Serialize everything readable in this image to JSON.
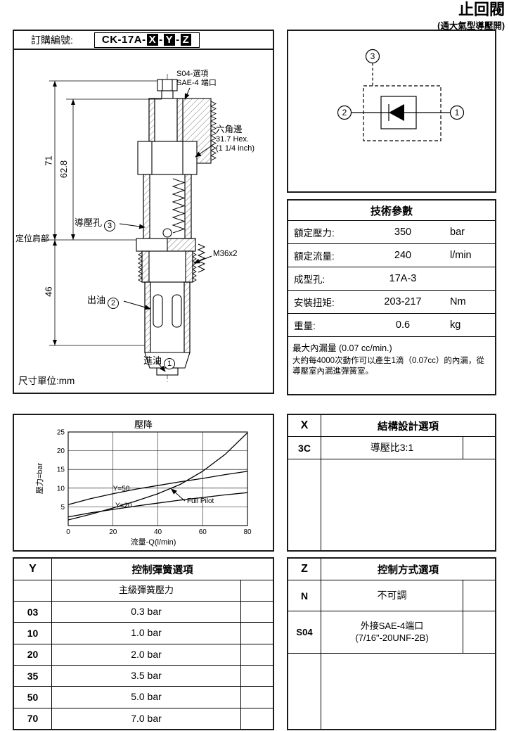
{
  "page": {
    "title": "止回閥",
    "subtitle": "(通大氣型導壓開)"
  },
  "order": {
    "label": "訂購編號:",
    "code_prefix": "CK-17A-",
    "sep": "-",
    "code_x": "X",
    "code_y": "Y",
    "code_z": "Z"
  },
  "drawing": {
    "dim_71": "71",
    "dim_628": "62.8",
    "dim_46": "46",
    "label_so4": "S04-選項",
    "label_sae4": "SAE-4 端口",
    "label_hex1": "六角邊",
    "label_hex2": "31.7 Hex.",
    "label_hex3": "(1 1/4 inch)",
    "label_pilot": "導壓孔",
    "label_pilot_num": "3",
    "label_shoulder": "定位肩部",
    "label_thread": "M36x2",
    "label_out": "出油",
    "label_out_num": "2",
    "label_in": "進油",
    "label_in_num": "1",
    "unit_note": "尺寸單位:mm"
  },
  "schematic": {
    "port1": "1",
    "port2": "2",
    "port3": "3"
  },
  "tech": {
    "title": "技術參數",
    "rows": [
      {
        "label": "額定壓力:",
        "value": "350",
        "unit": "bar"
      },
      {
        "label": "額定流量:",
        "value": "240",
        "unit": "l/min"
      },
      {
        "label": "成型孔:",
        "value": "17A-3",
        "unit": ""
      },
      {
        "label": "安裝扭矩:",
        "value": "203-217",
        "unit": "Nm"
      },
      {
        "label": "重量:",
        "value": "0.6",
        "unit": "kg"
      }
    ],
    "leak_title": "最大內漏量 (0.07 cc/min.)",
    "leak_note": "大約每4000次動作可以產生1滴（0.07cc）的內漏，從導壓室內漏進彈簧室。"
  },
  "chart_data": {
    "type": "line",
    "title": "壓降",
    "xlabel": "流量-Q(l/min)",
    "ylabel": "壓力=bar",
    "xlim": [
      0,
      80
    ],
    "ylim": [
      0,
      25
    ],
    "xticks": [
      0,
      20,
      40,
      60,
      80
    ],
    "yticks": [
      5,
      10,
      15,
      20,
      25
    ],
    "grid": true,
    "legend_position": "inline-annotations",
    "series": [
      {
        "name": "Full Pilot",
        "x": [
          0,
          10,
          20,
          30,
          40,
          50,
          60,
          70,
          80
        ],
        "y": [
          1.5,
          3,
          4.7,
          6.5,
          8.5,
          11,
          14.5,
          19,
          24.8
        ]
      },
      {
        "name": "Y=50",
        "x": [
          0,
          10,
          20,
          30,
          40,
          50,
          60,
          70,
          80
        ],
        "y": [
          5.6,
          7.2,
          8.5,
          9.7,
          10.7,
          11.7,
          12.6,
          13.6,
          14.5
        ]
      },
      {
        "name": "Y=20",
        "x": [
          0,
          10,
          20,
          30,
          40,
          50,
          60,
          70,
          80
        ],
        "y": [
          2.3,
          3.4,
          4.3,
          5.2,
          6.0,
          6.8,
          7.5,
          8.2,
          8.8
        ]
      }
    ],
    "annotations": [
      {
        "text": "Y=50",
        "x": 20,
        "y": 9.3
      },
      {
        "text": "Y=20",
        "x": 21,
        "y": 4.8
      },
      {
        "text": "Full Pilot",
        "x": 53,
        "y": 6.0,
        "arrow_to": {
          "x": 46,
          "y": 9.8
        }
      }
    ]
  },
  "x_options": {
    "code": "X",
    "title": "結構設計選項",
    "rows": [
      {
        "code": "3C",
        "desc": "導壓比3:1"
      }
    ]
  },
  "y_options": {
    "code": "Y",
    "title": "控制彈簧選項",
    "subtitle": "主級彈簧壓力",
    "rows": [
      {
        "code": "03",
        "desc": "0.3 bar"
      },
      {
        "code": "10",
        "desc": "1.0 bar"
      },
      {
        "code": "20",
        "desc": "2.0 bar"
      },
      {
        "code": "35",
        "desc": "3.5 bar"
      },
      {
        "code": "50",
        "desc": "5.0 bar"
      },
      {
        "code": "70",
        "desc": "7.0 bar"
      }
    ]
  },
  "z_options": {
    "code": "Z",
    "title": "控制方式選項",
    "rows": [
      {
        "code": "N",
        "desc": "不可調",
        "desc2": ""
      },
      {
        "code": "S04",
        "desc": "外接SAE-4端口",
        "desc2": "(7/16\"-20UNF-2B)"
      }
    ]
  }
}
